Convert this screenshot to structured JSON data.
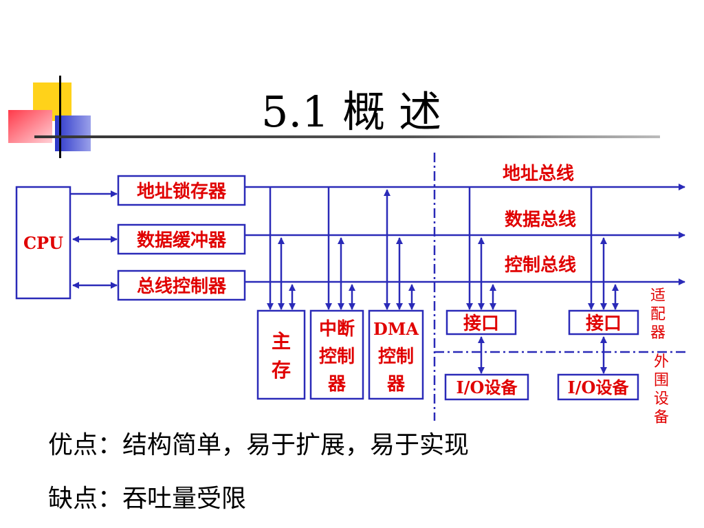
{
  "slide": {
    "title": "5.1 概 述",
    "advantages": "优点：结构简单，易于扩展，易于实现",
    "disadvantages": "缺点：吞吐量受限"
  },
  "diagram": {
    "cpu": "CPU",
    "left_boxes": [
      "地址锁存器",
      "数据缓冲器",
      "总线控制器"
    ],
    "buses": [
      "地址总线",
      "数据总线",
      "控制总线"
    ],
    "memory": [
      "主",
      "存"
    ],
    "interrupt_ctrl": [
      "中断",
      "控制",
      "器"
    ],
    "dma_ctrl": [
      "DMA",
      "控制",
      "器"
    ],
    "interfaces": [
      "接口",
      "接口"
    ],
    "io_devices": [
      "I/O设备",
      "I/O设备"
    ],
    "adapter_label": [
      "适",
      "配",
      "器"
    ],
    "peripheral_label": [
      "外",
      "围",
      "设",
      "备"
    ]
  },
  "colors": {
    "line": "#2a2ab8",
    "text_red": "#e00000",
    "deco_yellow": "#ffd21a",
    "deco_blue": "#2a35c8",
    "deco_red": "#ff4a5a"
  }
}
